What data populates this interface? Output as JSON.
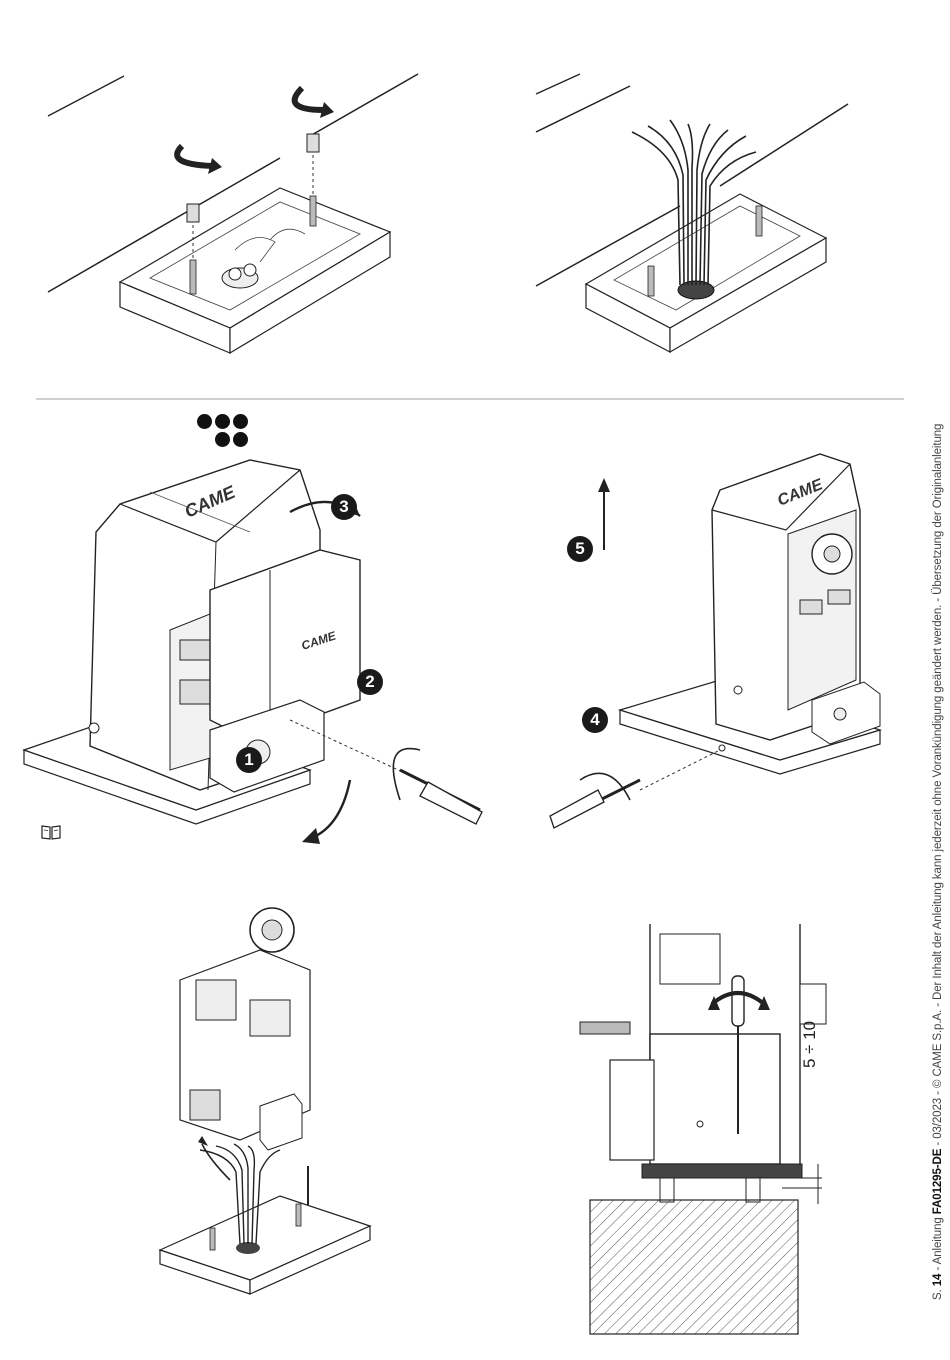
{
  "steps": [
    "1",
    "2",
    "3",
    "4",
    "5"
  ],
  "brand_label": "CAME",
  "dimension_label": "5 ÷ 10",
  "footer": {
    "page_prefix": "S. ",
    "page_number": "14",
    "manual_prefix": " - Anleitung ",
    "manual_code": "FA01295-DE",
    "rest": " - 03/2023 - © CAME S.p.A. - Der Inhalt der Anleitung kann jederzeit ohne Vorankündigung geändert werden. - Übersetzung der Originalanleitung"
  },
  "icons": {
    "manual": "open-book-icon",
    "skill": "skill-level-dots-icon"
  }
}
